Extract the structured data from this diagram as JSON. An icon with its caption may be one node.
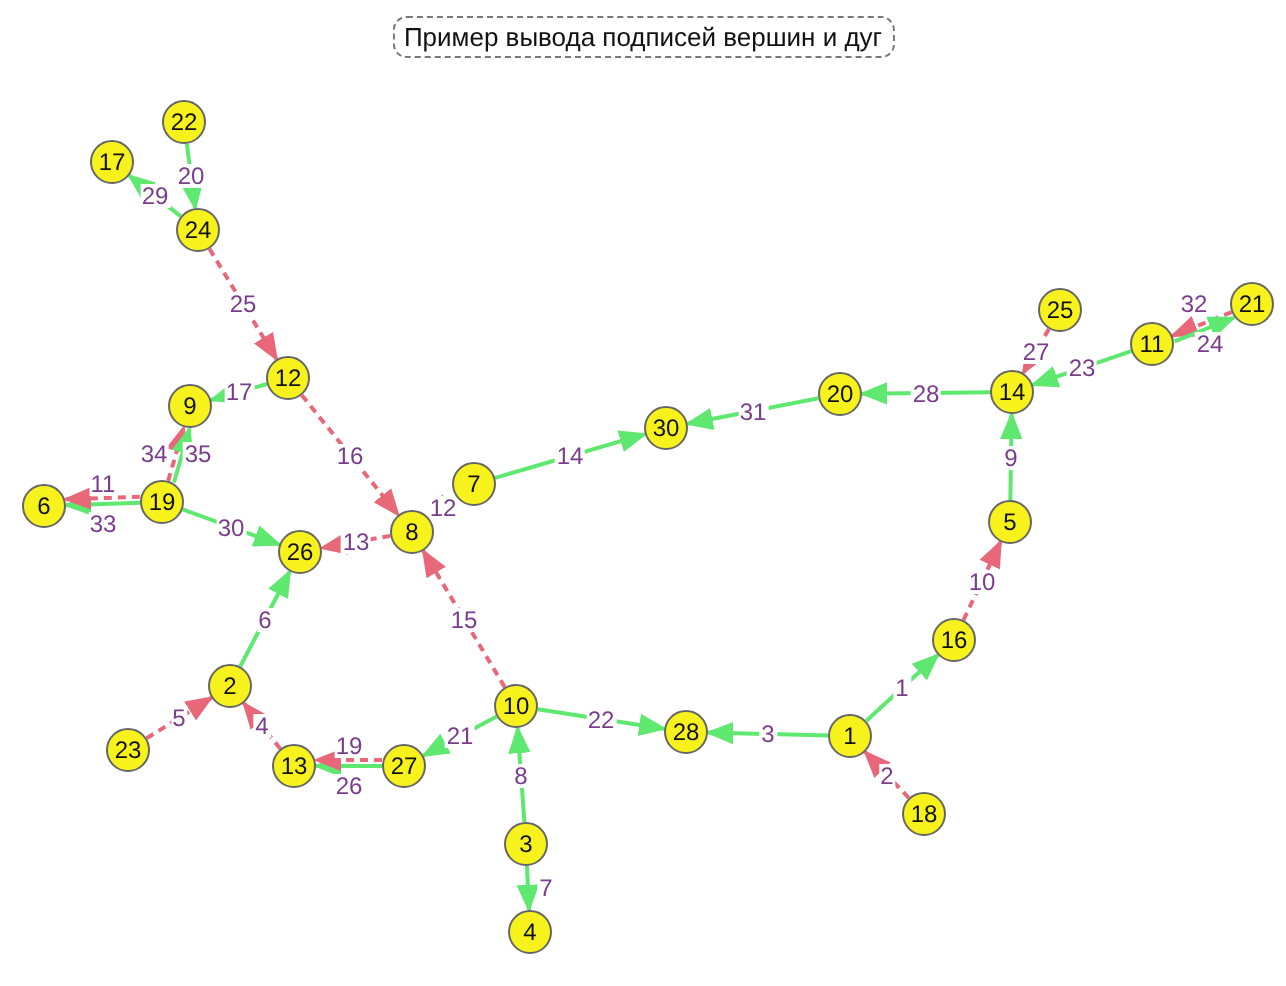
{
  "diagram": {
    "title": "Пример вывода подписей вершин и дуг",
    "nodes": [
      {
        "text": [
          "1"
        ]
      },
      {
        "text": [
          "2"
        ]
      },
      {
        "text": [
          "3"
        ]
      },
      {
        "text": [
          "4"
        ]
      },
      {
        "text": [
          "5"
        ]
      },
      {
        "text": [
          "6"
        ]
      },
      {
        "text": [
          "7"
        ]
      },
      {
        "text": [
          "8"
        ]
      },
      {
        "text": [
          "9"
        ]
      },
      {
        "text": [
          "10"
        ]
      },
      {
        "text": [
          "11"
        ]
      },
      {
        "text": [
          "12"
        ]
      },
      {
        "text": [
          "13"
        ]
      },
      {
        "text": [
          "14"
        ]
      },
      {
        "text": [
          "16"
        ]
      },
      {
        "text": [
          "17"
        ]
      },
      {
        "text": [
          "18"
        ]
      },
      {
        "text": [
          "19"
        ]
      },
      {
        "text": [
          "20"
        ]
      },
      {
        "text": [
          "21"
        ]
      },
      {
        "text": [
          "22"
        ]
      },
      {
        "text": [
          "23"
        ]
      },
      {
        "text": [
          "24"
        ]
      },
      {
        "text": [
          "25"
        ]
      },
      {
        "text": [
          "26"
        ]
      },
      {
        "text": [
          "27"
        ]
      },
      {
        "text": [
          "28"
        ]
      },
      {
        "text": [
          "30"
        ]
      }
    ],
    "edges": [
      {
        "from": 0,
        "to": 14,
        "arrow": "to",
        "label": "1"
      },
      {
        "from": 16,
        "to": 0,
        "arrow": "to",
        "label": "2",
        "style": "dashed",
        "color": "#e8687a"
      },
      {
        "from": 0,
        "to": 26,
        "arrow": "to",
        "label": "3"
      },
      {
        "from": 12,
        "to": 1,
        "arrow": "to",
        "label": "4",
        "style": "dashed",
        "color": "#e8687a"
      },
      {
        "from": 21,
        "to": 1,
        "arrow": "to",
        "label": "5",
        "style": "dashed",
        "color": "#e8687a"
      },
      {
        "from": 1,
        "to": 24,
        "arrow": "to",
        "label": "6"
      },
      {
        "from": 2,
        "to": 3,
        "arrow": "to",
        "label": "7"
      },
      {
        "from": 2,
        "to": 9,
        "arrow": "to",
        "label": "8"
      },
      {
        "from": 4,
        "to": 13,
        "arrow": "to",
        "label": "9"
      },
      {
        "from": 14,
        "to": 4,
        "arrow": "to",
        "label": "10",
        "style": "dashed",
        "color": "#e8687a"
      },
      {
        "from": 17,
        "to": 5,
        "arrow": "to",
        "label": "11"
      },
      {
        "from": 6,
        "to": 7,
        "arrow": "to",
        "label": "12",
        "style": "dashed",
        "color": "#e8687a"
      },
      {
        "from": 7,
        "to": 24,
        "arrow": "to",
        "label": "13",
        "style": "dashed",
        "color": "#e8687a"
      },
      {
        "from": 6,
        "to": 27,
        "arrow": "to",
        "label": "14"
      },
      {
        "from": 9,
        "to": 7,
        "arrow": "to",
        "label": "15",
        "style": "dashed",
        "color": "#e8687a"
      },
      {
        "from": 11,
        "to": 7,
        "arrow": "to",
        "label": "16",
        "style": "dashed",
        "color": "#e8687a"
      },
      {
        "from": 11,
        "to": 8,
        "arrow": "to",
        "label": "17"
      },
      {
        "from": 25,
        "to": 12,
        "arrow": "to",
        "label": "19"
      },
      {
        "from": 20,
        "to": 22,
        "arrow": "to",
        "label": "20"
      },
      {
        "from": 9,
        "to": 25,
        "arrow": "to",
        "label": "21"
      },
      {
        "from": 9,
        "to": 26,
        "arrow": "to",
        "label": "22"
      },
      {
        "from": 10,
        "to": 13,
        "arrow": "to",
        "label": "23"
      },
      {
        "from": 19,
        "to": 10,
        "arrow": "to",
        "label": "24",
        "style": "dashed",
        "color": "#e8687a"
      },
      {
        "from": 22,
        "to": 11,
        "arrow": "to",
        "label": "25",
        "style": "dashed",
        "color": "#e8687a"
      },
      {
        "from": 25,
        "to": 12,
        "arrow": "to",
        "label": "26",
        "style": "dashed",
        "color": "#e8687a"
      },
      {
        "from": 23,
        "to": 13,
        "arrow": "to",
        "label": "27",
        "style": "dashed",
        "color": "#e8687a"
      },
      {
        "from": 13,
        "to": 18,
        "arrow": "to",
        "label": "28"
      },
      {
        "from": 22,
        "to": 15,
        "arrow": "to",
        "label": "29"
      },
      {
        "from": 17,
        "to": 24,
        "arrow": "to",
        "label": "30"
      },
      {
        "from": 18,
        "to": 27,
        "arrow": "to",
        "label": "31"
      },
      {
        "from": 10,
        "to": 19,
        "arrow": "to",
        "label": "32"
      },
      {
        "from": 17,
        "to": 5,
        "arrow": "to",
        "label": "33",
        "style": "dashed",
        "color": "#e8687a"
      },
      {
        "from": 17,
        "to": 8,
        "arrow": "to",
        "label": "34",
        "style": "dashed",
        "color": "#e8687a"
      },
      {
        "from": 17,
        "to": 8,
        "arrow": "to",
        "label": "35"
      }
    ]
  }
}
